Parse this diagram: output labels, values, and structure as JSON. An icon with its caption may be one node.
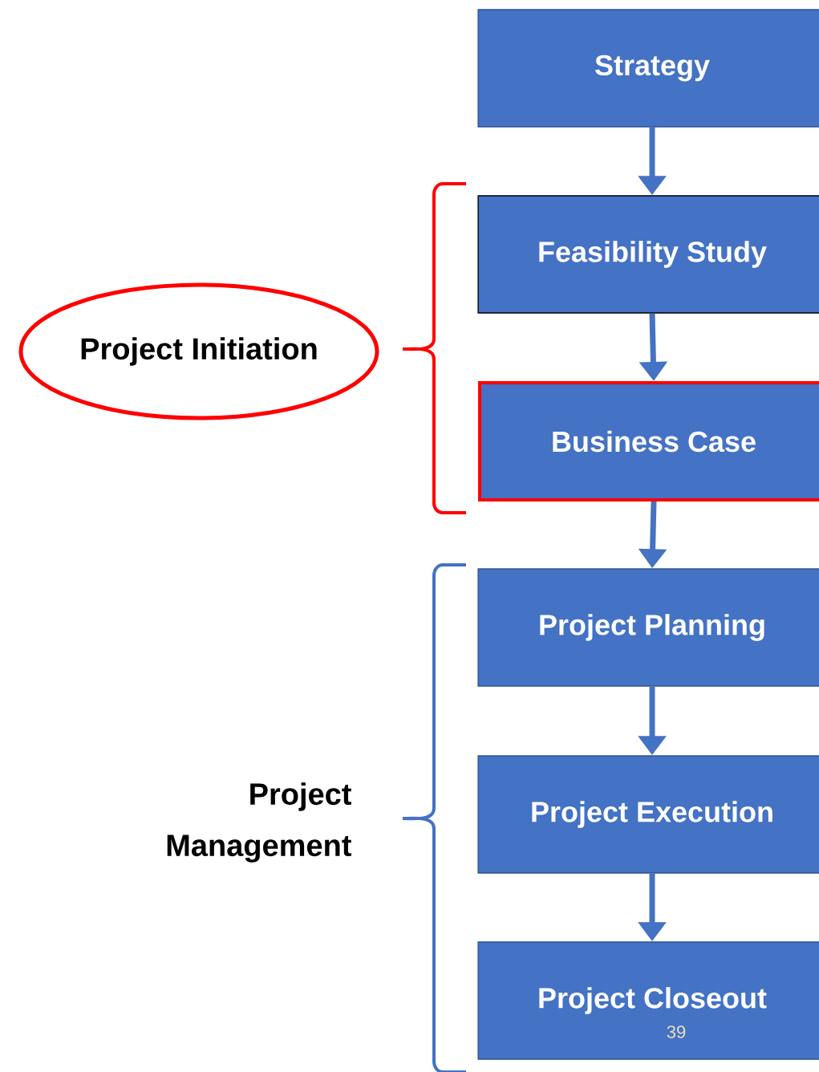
{
  "diagram": {
    "nodes": [
      {
        "text": [
          "Strategy"
        ]
      },
      {
        "text": [
          "Feasibility Study"
        ]
      },
      {
        "text": [
          "Business Case"
        ]
      },
      {
        "text": [
          "Project Planning"
        ]
      },
      {
        "text": [
          "Project Execution"
        ]
      },
      {
        "text": [
          "Project Closeout"
        ]
      },
      {
        "text": [
          "Project Initiation"
        ]
      },
      {
        "text": [
          "Project Management"
        ]
      }
    ],
    "edges": [
      {
        "from": 0,
        "to": 1,
        "arrow": "to"
      },
      {
        "from": 1,
        "to": 2,
        "arrow": "to"
      },
      {
        "from": 2,
        "to": 3,
        "arrow": "to"
      },
      {
        "from": 3,
        "to": 4,
        "arrow": "to"
      },
      {
        "from": 4,
        "to": 5,
        "arrow": "to"
      }
    ],
    "labels": [
      "39"
    ]
  }
}
